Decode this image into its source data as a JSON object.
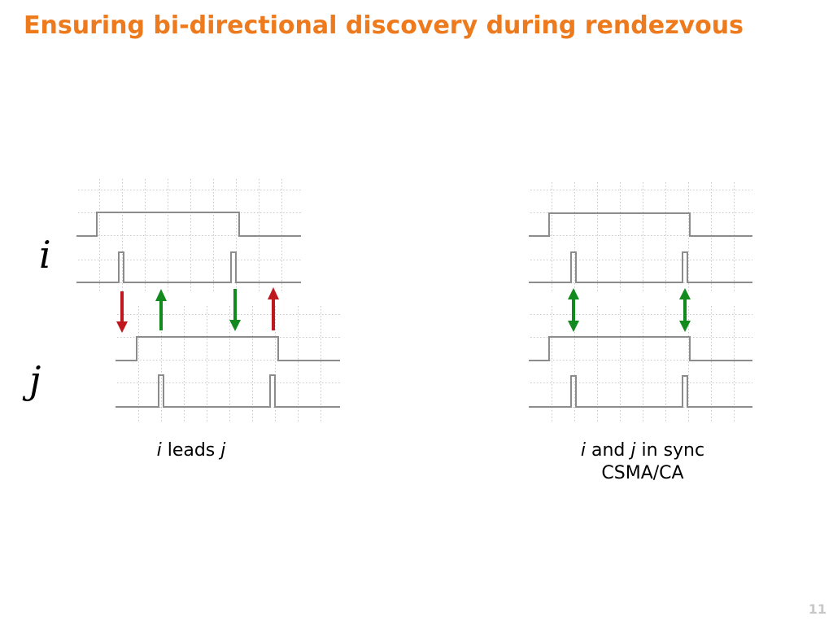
{
  "slide": {
    "title": "Ensuring bi-directional discovery during rendezvous",
    "number": "11"
  },
  "labels": {
    "node_i": "i",
    "node_j": "j"
  },
  "captions": {
    "left": {
      "part1": "i",
      "part2": " leads ",
      "part3": "j"
    },
    "right_line1": {
      "part1": "i",
      "part2": " and ",
      "part3": "j",
      "part4": " in sync"
    },
    "right_line2": "CSMA/CA"
  },
  "colors": {
    "title": "#ee7a1e",
    "trace": "#8c8c8c",
    "grid": "#c8c8c8",
    "arrow_red": "#c0181f",
    "arrow_green": "#138a1e"
  },
  "icons": [
    "arrow-down-icon",
    "arrow-up-icon",
    "double-arrow-icon"
  ]
}
